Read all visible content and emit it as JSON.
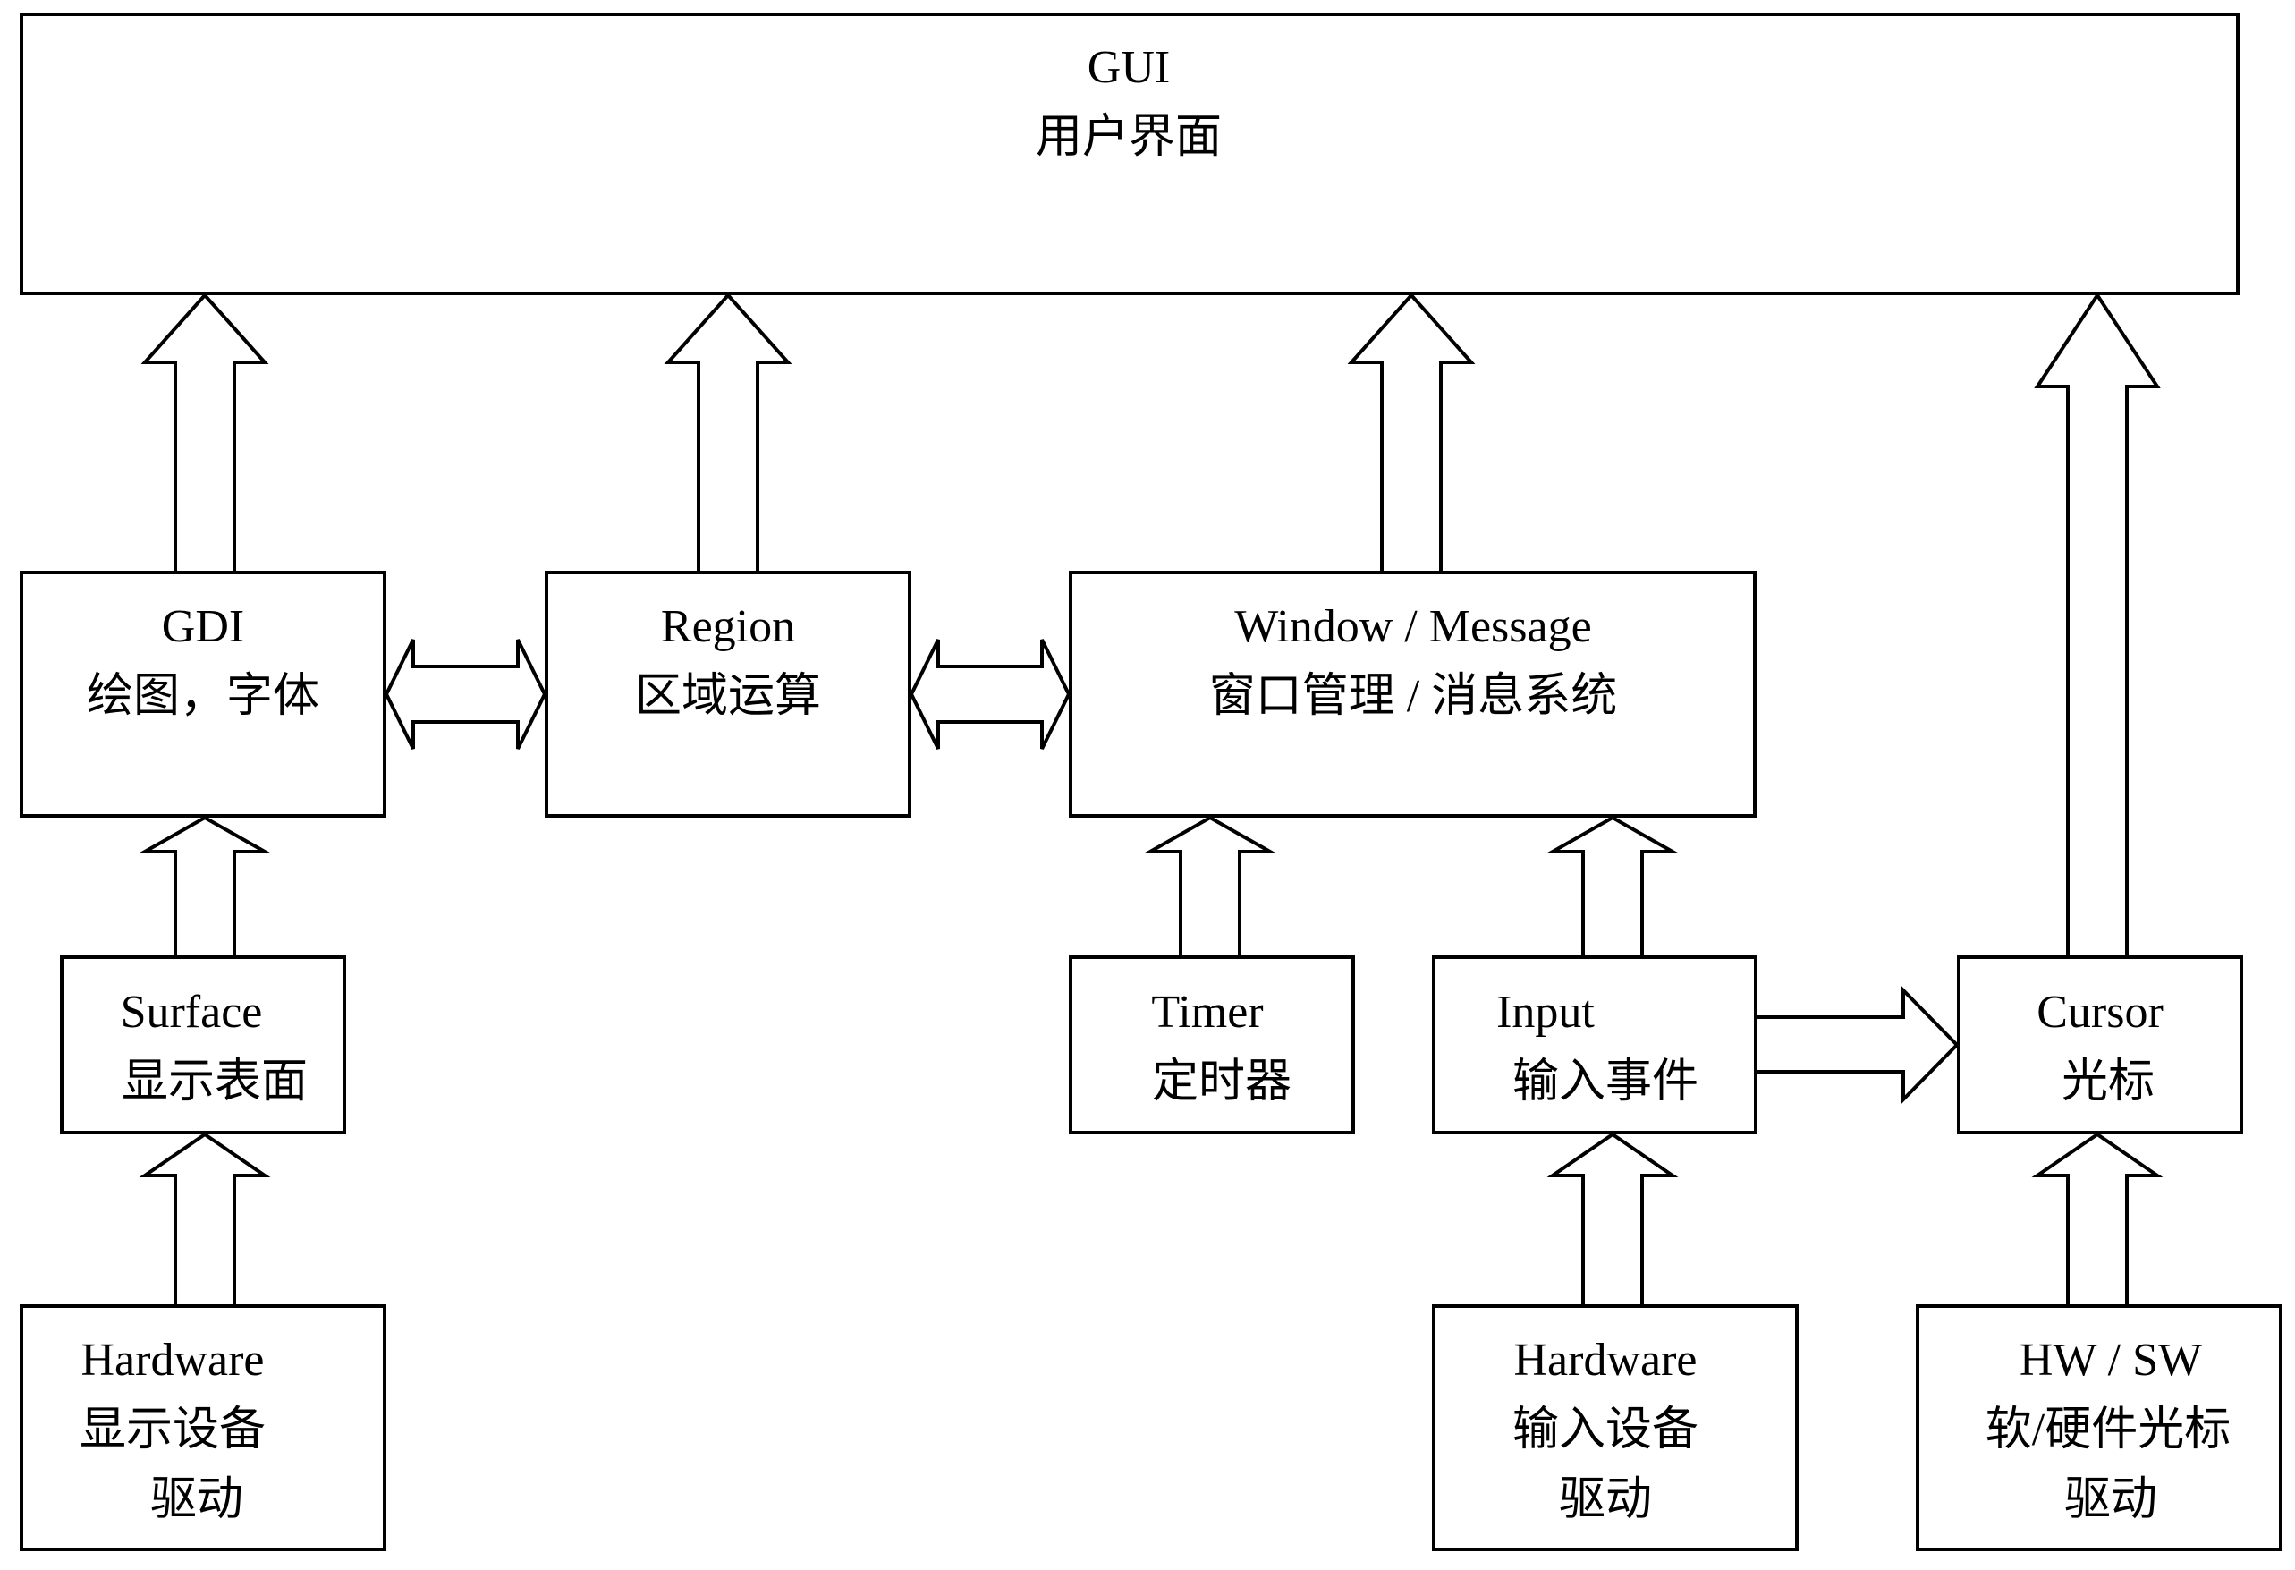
{
  "gui": {
    "line1": "GUI",
    "line2": "用户界面"
  },
  "gdi": {
    "line1": "GDI",
    "line2": "绘图，字体"
  },
  "region": {
    "line1": "Region",
    "line2": "区域运算"
  },
  "window": {
    "line1": "Window / Message",
    "line2": "窗口管理  /  消息系统"
  },
  "surface": {
    "line1": "Surface",
    "line2": "显示表面"
  },
  "timer": {
    "line1": "Timer",
    "line2": "定时器"
  },
  "input": {
    "line1": "Input",
    "line2": "输入事件"
  },
  "cursor": {
    "line1": "Cursor",
    "line2": "光标"
  },
  "hw_display": {
    "line1": "Hardware",
    "line2": "显示设备",
    "line3": "驱动"
  },
  "hw_input": {
    "line1": "Hardware",
    "line2": "输入设备",
    "line3": "驱动"
  },
  "hw_cursor": {
    "line1": "HW / SW",
    "line2": "软/硬件光标",
    "line3": "驱动"
  }
}
